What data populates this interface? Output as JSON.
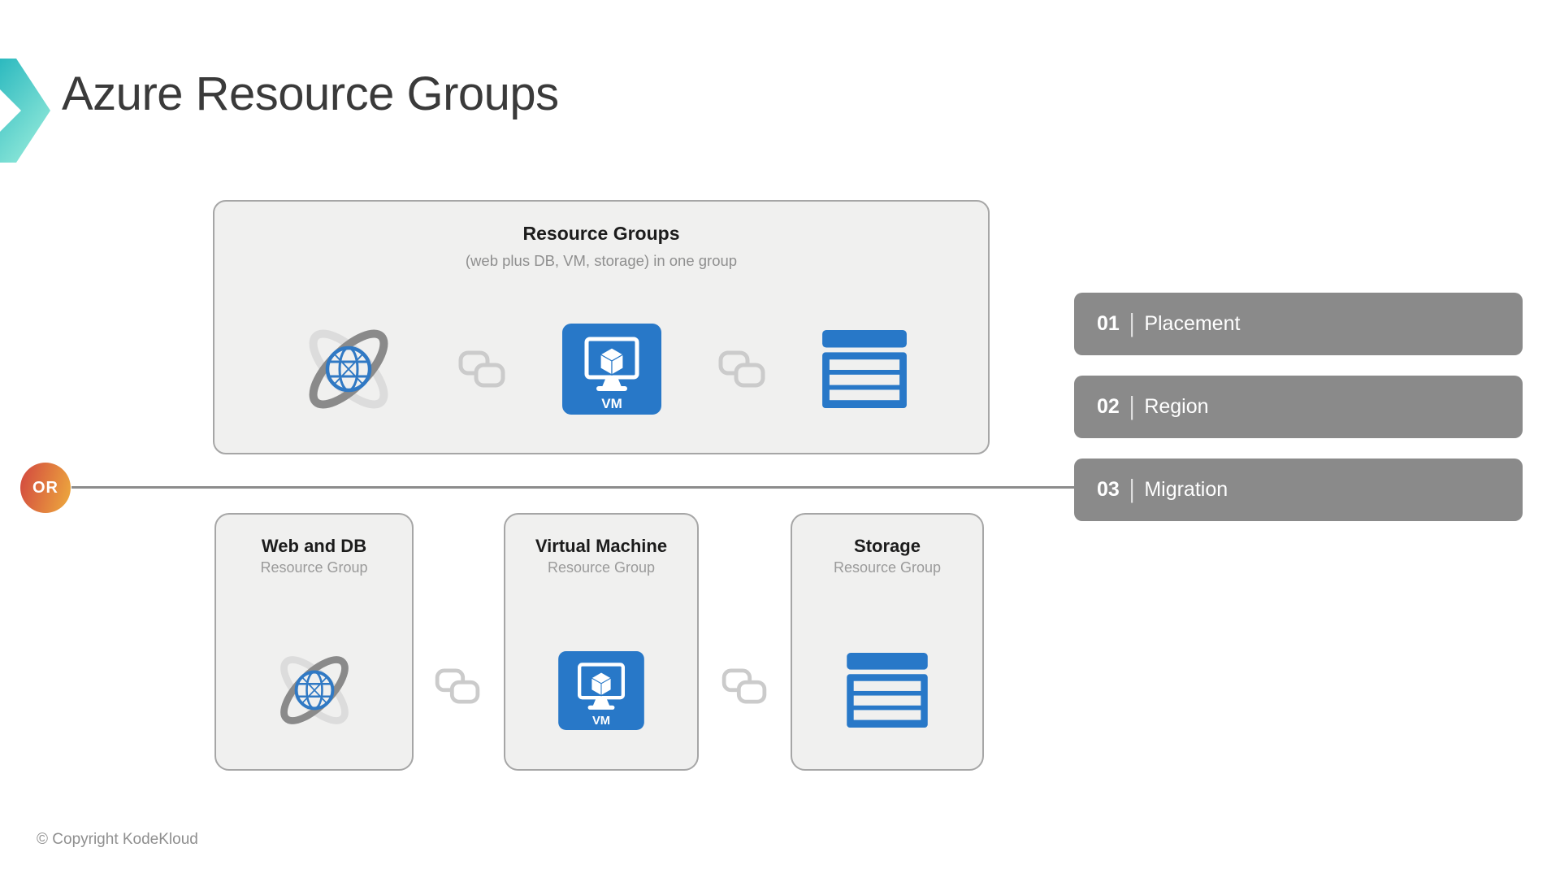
{
  "slide": {
    "title": "Azure Resource Groups"
  },
  "top_group": {
    "title": "Resource Groups",
    "subtitle": "(web plus DB, VM, storage) in one group",
    "vm_label": "VM",
    "icons": [
      "web-db-icon",
      "link-icon",
      "vm-icon",
      "link-icon",
      "storage-icon"
    ]
  },
  "or_divider": {
    "label": "OR"
  },
  "steps": [
    {
      "number": "01",
      "divider": "|",
      "label": "Placement"
    },
    {
      "number": "02",
      "divider": "|",
      "label": "Region"
    },
    {
      "number": "03",
      "divider": "|",
      "label": "Migration"
    }
  ],
  "bottom_groups": [
    {
      "title": "Web and DB",
      "subtitle": "Resource Group",
      "icon": "web-db-icon"
    },
    {
      "title": "Virtual Machine",
      "subtitle": "Resource Group",
      "icon": "vm-icon",
      "vm_label": "VM"
    },
    {
      "title": "Storage",
      "subtitle": "Resource Group",
      "icon": "storage-icon"
    }
  ],
  "footer": {
    "copyright": "© Copyright KodeKloud"
  },
  "colors": {
    "accent_blue": "#2878c8",
    "panel_gray": "#f0f0ef",
    "panel_border_gray": "#a6a6a6",
    "step_button_gray": "#8a8a8a",
    "or_gradient_start": "#d5523f",
    "or_gradient_end": "#eba23e",
    "logo_teal_start": "#2cb9bf",
    "logo_teal_end": "#8fe8d9"
  }
}
